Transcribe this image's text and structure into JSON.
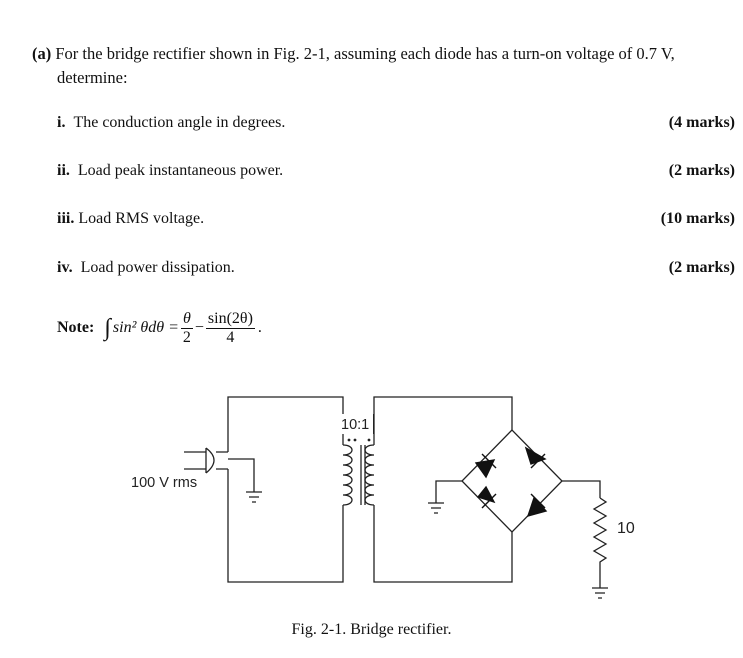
{
  "question": {
    "label": "(a)",
    "line1": "For the bridge rectifier shown in Fig. 2-1, assuming each diode has a turn-on voltage of 0.7 V,",
    "line2": "determine:"
  },
  "parts": [
    {
      "num": "i.",
      "text": "The conduction angle in degrees.",
      "marks": "(4 marks)"
    },
    {
      "num": "ii.",
      "text": "Load peak instantaneous power.",
      "marks": "(2 marks)"
    },
    {
      "num": "iii.",
      "text": "Load RMS voltage.",
      "marks": "(10 marks)"
    },
    {
      "num": "iv.",
      "text": "Load power dissipation.",
      "marks": "(2 marks)"
    }
  ],
  "note": {
    "label": "Note:",
    "integral_sign": "∫",
    "integrand": "sin² θdθ =",
    "frac1_num": "θ",
    "frac1_den": "2",
    "minus": "−",
    "frac2_num": "sin(2θ)",
    "frac2_den": "4",
    "end": "."
  },
  "figure": {
    "source_label": "100 V rms",
    "ratio_label": "10:1",
    "load_label": "10",
    "caption": "Fig. 2-1. Bridge rectifier."
  }
}
